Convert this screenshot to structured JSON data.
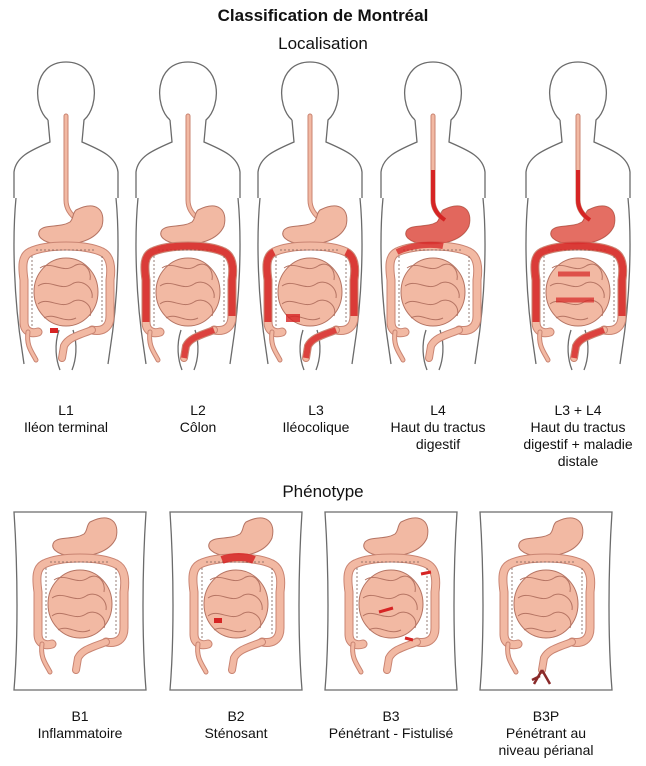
{
  "title": "Classification de Montréal",
  "sections": {
    "localisation": "Localisation",
    "phenotype": "Phénotype"
  },
  "colors": {
    "outline": "#6b6b6b",
    "organ": "#f2b9a3",
    "organ_dark": "#d98d76",
    "inflammation": "#d62424"
  },
  "localisation": [
    {
      "code": "L1",
      "desc": [
        "Iléon terminal"
      ]
    },
    {
      "code": "L2",
      "desc": [
        "Côlon"
      ]
    },
    {
      "code": "L3",
      "desc": [
        "Iléocolique"
      ]
    },
    {
      "code": "L4",
      "desc": [
        "Haut du tractus",
        "digestif"
      ]
    },
    {
      "code": "L3 + L4",
      "desc": [
        "Haut du tractus",
        "digestif + maladie",
        "distale"
      ]
    }
  ],
  "phenotype": [
    {
      "code": "B1",
      "desc": [
        "Inflammatoire"
      ]
    },
    {
      "code": "B2",
      "desc": [
        "Sténosant"
      ]
    },
    {
      "code": "B3",
      "desc": [
        "Pénétrant - Fistulisé"
      ]
    },
    {
      "code": "B3P",
      "desc": [
        "Pénétrant au",
        "niveau périanal"
      ]
    }
  ]
}
